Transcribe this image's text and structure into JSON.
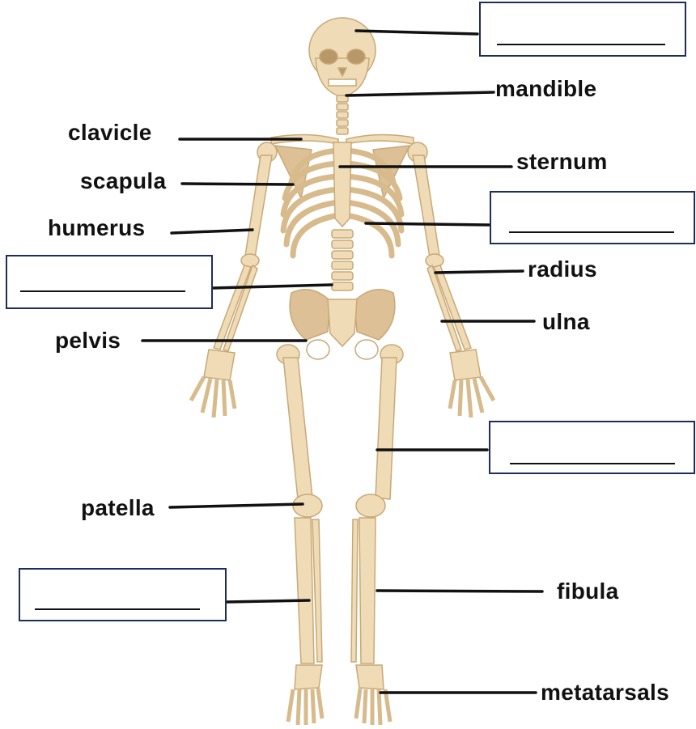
{
  "labels": {
    "mandible": "mandible",
    "clavicle": "clavicle",
    "sternum": "sternum",
    "scapula": "scapula",
    "humerus": "humerus",
    "radius": "radius",
    "ulna": "ulna",
    "pelvis": "pelvis",
    "patella": "patella",
    "fibula": "fibula",
    "metatarsals": "metatarsals"
  },
  "blanks": [
    {
      "target": "skull",
      "value": ""
    },
    {
      "target": "ribs",
      "value": ""
    },
    {
      "target": "vertebrae",
      "value": ""
    },
    {
      "target": "femur",
      "value": ""
    },
    {
      "target": "tibia",
      "value": ""
    }
  ],
  "colors": {
    "bone": "#efdcb6",
    "bone_shadow": "#ddc095",
    "bone_outline": "#c9a877",
    "box_border": "#1f2d5a",
    "text": "#111111"
  }
}
